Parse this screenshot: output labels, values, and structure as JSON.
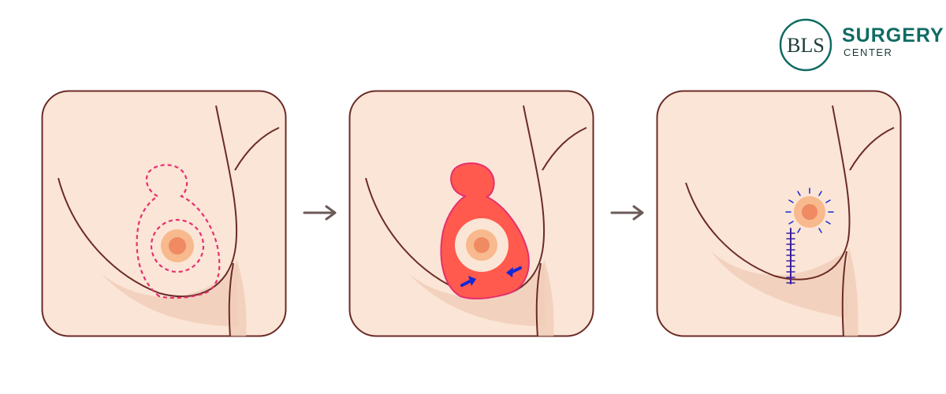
{
  "logo": {
    "monogram": "BLS",
    "name": "SURGERY",
    "subname": "CENTER",
    "brand_color": "#0f6b63"
  },
  "colors": {
    "skin": "#fbe5d6",
    "skin_shadow": "#f0cdb8",
    "outline": "#6b2b26",
    "areola_outer": "#f7b98d",
    "areola_inner": "#ef8a63",
    "incision_dashed": "#e5306f",
    "excised_tissue": "#ff5a4d",
    "arrow_tissue_pull": "#1428d6",
    "suture": "#3b1fa0",
    "step_arrow": "#6b5a57"
  },
  "steps": [
    {
      "name": "incision-marking",
      "icon": "dashed-keyhole-outline"
    },
    {
      "name": "tissue-removal",
      "icon": "keyhole-excision"
    },
    {
      "name": "closure",
      "icon": "vertical-suture-line"
    }
  ]
}
